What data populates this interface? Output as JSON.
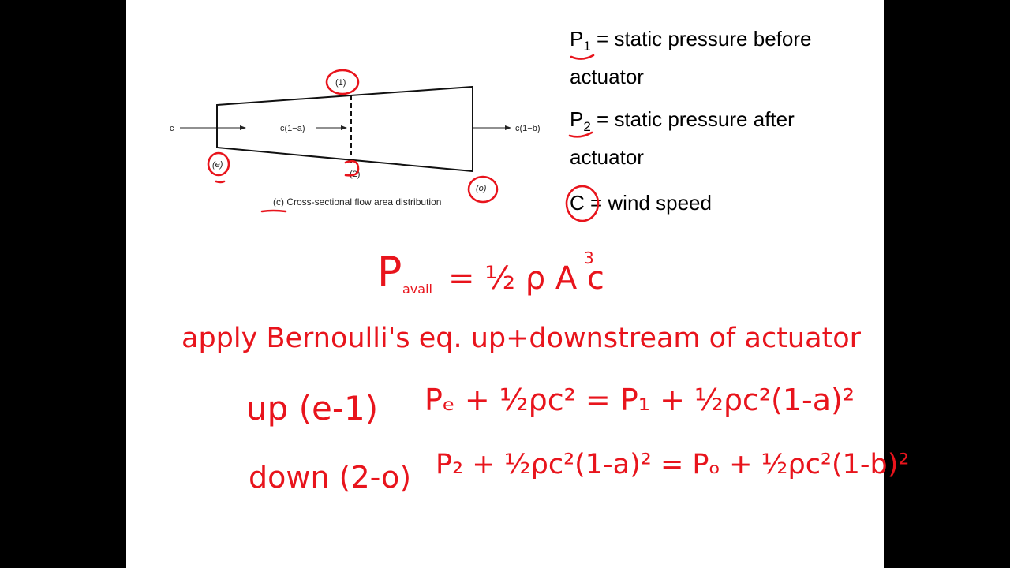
{
  "figure": {
    "inlet_label": "c",
    "middle_label": "c(1−a)",
    "outlet_label": "c(1−b)",
    "station_1": "(1)",
    "station_2": "(2)",
    "station_e": "(e)",
    "station_o": "(o)",
    "caption": "(c) Cross-sectional flow area distribution"
  },
  "definitions": {
    "p1_symbol": "P",
    "p1_sub": "1",
    "p1_text": " = static pressure before",
    "p1_text2": "actuator",
    "p2_symbol": "P",
    "p2_sub": "2",
    "p2_text": " = static pressure after",
    "p2_text2": "actuator",
    "c_text": "C = wind speed"
  },
  "handwriting": {
    "eq_power_lhs": "P",
    "eq_power_sub": "avail",
    "eq_power_rhs": "= ½ ρ A c",
    "eq_power_exp": "3",
    "bernoulli_line": "apply Bernoulli's eq. up+downstream of actuator",
    "up_label": "up (e-1)",
    "up_equation": "Pₑ + ½ρc² = P₁ + ½ρc²(1-a)²",
    "down_label": "down (2-o)",
    "down_equation": "P₂ + ½ρc²(1-a)² = Pₒ + ½ρc²(1-b)²"
  },
  "colors": {
    "ink": "#e8141c",
    "background": "#000000",
    "slide": "#ffffff"
  }
}
